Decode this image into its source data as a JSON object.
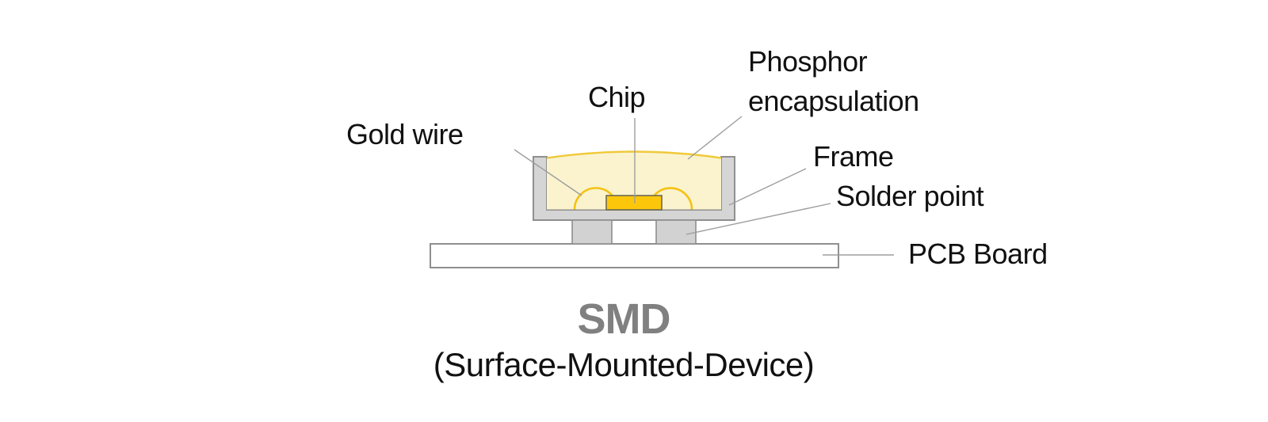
{
  "diagram": {
    "labels": {
      "gold_wire": "Gold wire",
      "chip": "Chip",
      "phosphor_line1": "Phosphor",
      "phosphor_line2": "encapsulation",
      "frame": "Frame",
      "solder_point": "Solder point",
      "pcb_board": "PCB Board"
    },
    "caption": {
      "title": "SMD",
      "subtitle": "(Surface-Mounted-Device)"
    },
    "colors": {
      "background": "#FFFFFF",
      "phosphor_fill": "#FAF3CE",
      "phosphor_dome_stroke": "#F0C93A",
      "chip_fill": "#FCC70B",
      "chip_stroke": "#6F6A50",
      "gold_wire_stroke": "#F5C213",
      "frame_fill": "#D5D5D5",
      "frame_stroke": "#8F8F8F",
      "solder_pad_fill": "#D2D2D2",
      "solder_pad_stroke": "#8F8F8F",
      "pcb_fill": "#FFFFFF",
      "pcb_stroke": "#8F8F8F",
      "leader_line": "#9E9E9E",
      "label_text": "#111111",
      "title_text": "#808080"
    }
  }
}
